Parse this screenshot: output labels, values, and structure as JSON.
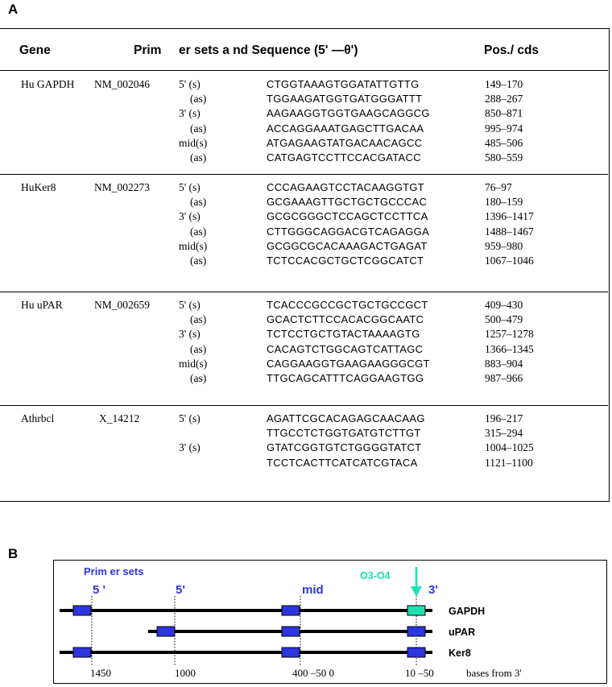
{
  "panel_a": {
    "label": "A",
    "headers": {
      "gene": "Gene",
      "primer": "Prim     er sets a nd Sequence (5' —θ')",
      "pos": "Pos./ cds"
    },
    "groups": [
      {
        "gene": "Hu GAPDH",
        "accession": "NM_002046",
        "rows": [
          {
            "primer": "5' (s)",
            "seq": "CTGGTAAAGTGGATATTGTTG",
            "pos": "149–170"
          },
          {
            "primer": "(as)",
            "seq": "TGGAAGATGGTGATGGGATTT",
            "pos": "288–267"
          },
          {
            "primer": "3' (s)",
            "seq": "AAGAAGGTGGTGAAGCAGGCG",
            "pos": "850–871"
          },
          {
            "primer": "(as)",
            "seq": "ACCAGGAAATGAGCTTGACAA",
            "pos": "995–974"
          },
          {
            "primer": "mid(s)",
            "seq": "ATGAGAAGTATGACAACAGCC",
            "pos": "485–506"
          },
          {
            "primer": "(as)",
            "seq": "CATGAGTCCTTCCACGATACC",
            "pos": "580–559"
          }
        ]
      },
      {
        "gene": "HuKer8",
        "accession": "NM_002273",
        "rows": [
          {
            "primer": "5' (s)",
            "seq": "CCCAGAAGTCCTACAAGGTGT",
            "pos": "76–97"
          },
          {
            "primer": "(as)",
            "seq": "GCGAAAGTTGCTGCTGCCCAC",
            "pos": "180–159"
          },
          {
            "primer": "3' (s)",
            "seq": "GCGCGGGCTCCAGCTCCTTCA",
            "pos": "1396–1417"
          },
          {
            "primer": "(as)",
            "seq": "CTTGGGCAGGACGTCAGAGGA",
            "pos": "1488–1467"
          },
          {
            "primer": "mid(s)",
            "seq": "GCGGCGCACAAAGACTGAGAT",
            "pos": "959–980"
          },
          {
            "primer": "(as)",
            "seq": "TCTCCACGCTGCTCGGCATCT",
            "pos": "1067–1046"
          }
        ]
      },
      {
        "gene": "Hu uPAR",
        "accession": "NM_002659",
        "rows": [
          {
            "primer": "5' (s)",
            "seq": "TCACCCGCCGCTGCTGCCGCT",
            "pos": "409–430"
          },
          {
            "primer": "(as)",
            "seq": "GCACTCTTCCACACGGCAATC",
            "pos": "500–479"
          },
          {
            "primer": "3' (s)",
            "seq": "TCTCCTGCTGTACTAAAAGTG",
            "pos": "1257–1278"
          },
          {
            "primer": "(as)",
            "seq": "CACAGTCTGGCAGTCATTAGC",
            "pos": "1366–1345"
          },
          {
            "primer": "mid(s)",
            "seq": "CAGGAAGGTGAAGAAGGGCGT",
            "pos": "883–904"
          },
          {
            "primer": "(as)",
            "seq": "TTGCAGCATTTCAGGAAGTGG",
            "pos": "987–966"
          }
        ]
      },
      {
        "gene": "Athrbcl",
        "accession": "X_14212",
        "rows": [
          {
            "primer": "5' (s)",
            "seq": "AGATTCGCACAGAGCAACAAG",
            "pos": "196–217"
          },
          {
            "primer": "",
            "seq": "TTGCCTCTGGTGATGTCTTGT",
            "pos": "315–294"
          },
          {
            "primer": "3' (s)",
            "seq": "GTATCGGTGTCTGGGGTATCT",
            "pos": "1004–1025"
          },
          {
            "primer": "",
            "seq": "TCCTCACTTCATCATCGTACA",
            "pos": "1121–1100"
          }
        ]
      }
    ]
  },
  "panel_b": {
    "label": "B",
    "primer_sets_label": "Prim er sets",
    "o3o4_label": "O3-O4",
    "region_labels": {
      "five": "5 '",
      "five2": "5'",
      "mid": "mid",
      "three": "3'"
    },
    "genes": [
      "GAPDH",
      "uPAR",
      "Ker8"
    ],
    "ticks": [
      "1450",
      "1000",
      "400 –50 0",
      "10 –50"
    ],
    "axis_label": "bases from 3'",
    "colors": {
      "primer": "#2c35e0",
      "o3o4": "#21e0b0",
      "label_blue": "#2c35e0"
    }
  }
}
